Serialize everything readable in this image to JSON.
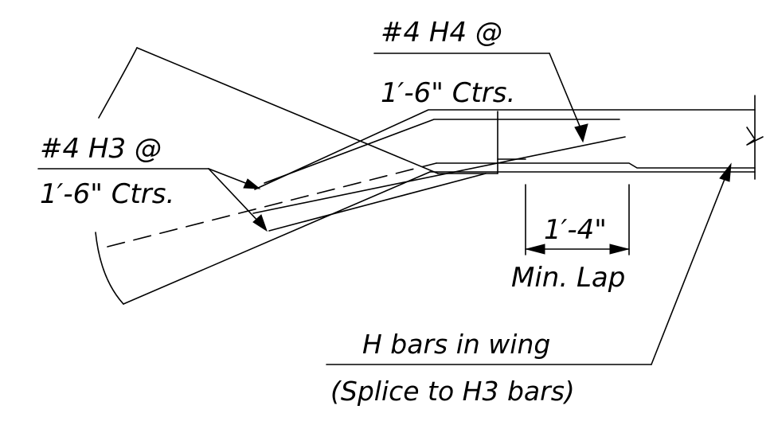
{
  "callouts": {
    "h4_bar": {
      "line1": "#4 H4 @",
      "line2": "1′-6\" Ctrs."
    },
    "h3_bar": {
      "line1": "#4 H3 @",
      "line2": "1′-6\" Ctrs."
    },
    "lap": {
      "dimension": "1′-4\"",
      "note": "Min. Lap"
    },
    "wing": {
      "line1": "H  bars in wing",
      "line2": "(Splice to H3  bars)"
    }
  },
  "colors": {
    "ink": "#000000",
    "background": "#ffffff"
  }
}
